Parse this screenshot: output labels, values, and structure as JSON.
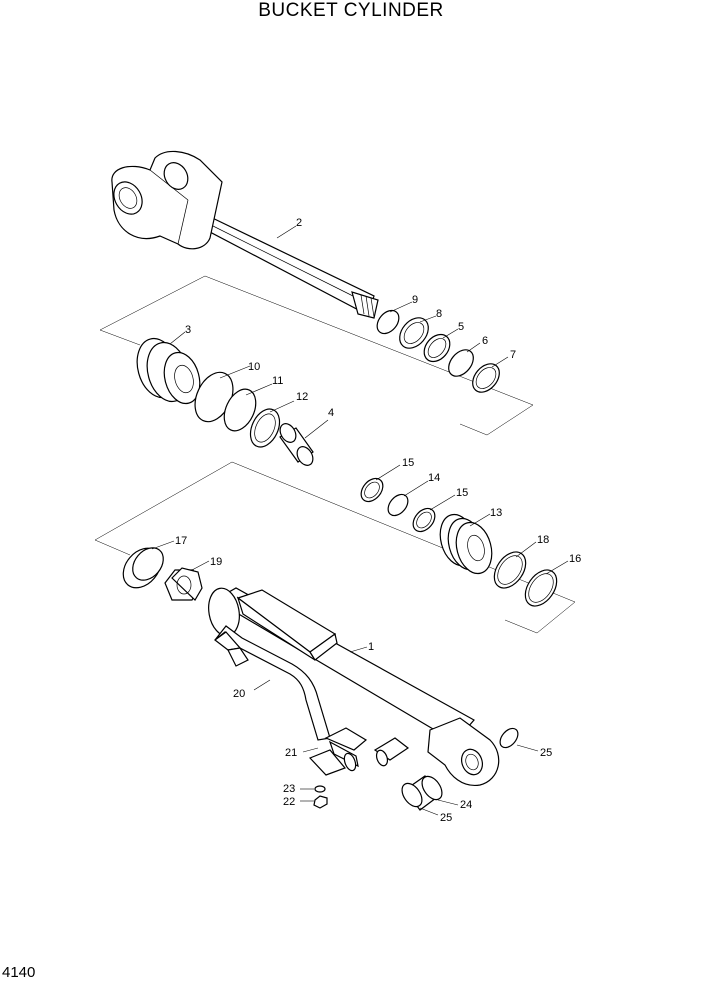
{
  "title": "BUCKET CYLINDER",
  "page_number": "4140",
  "callouts": {
    "p1": "1",
    "p2": "2",
    "p3": "3",
    "p4": "4",
    "p5": "5",
    "p6": "6",
    "p7": "7",
    "p8": "8",
    "p9": "9",
    "p10": "10",
    "p11": "11",
    "p12": "12",
    "p13": "13",
    "p14": "14",
    "p15a": "15",
    "p15b": "15",
    "p16": "16",
    "p17": "17",
    "p18": "18",
    "p19": "19",
    "p20": "20",
    "p21": "21",
    "p22": "22",
    "p23": "23",
    "p24": "24",
    "p25a": "25",
    "p25b": "25"
  }
}
